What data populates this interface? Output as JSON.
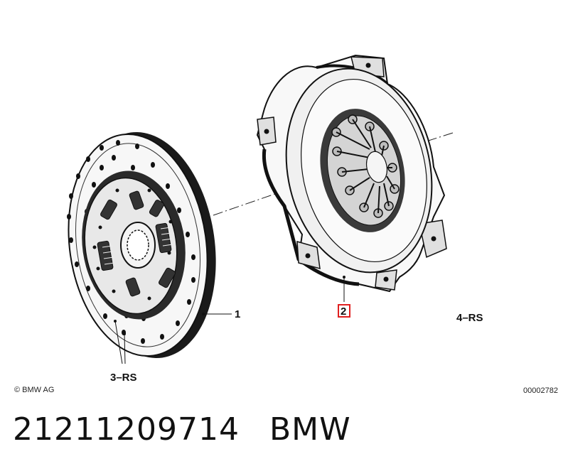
{
  "diagram": {
    "callouts": {
      "part_1": "1",
      "part_2": "2",
      "part_3": "3–RS",
      "part_4": "4–RS"
    },
    "copyright": "© BMW AG",
    "drawing_number": "00002782",
    "highlight_color": "#e02020"
  },
  "footer": {
    "part_number": "21211209714",
    "brand": "BMW"
  }
}
